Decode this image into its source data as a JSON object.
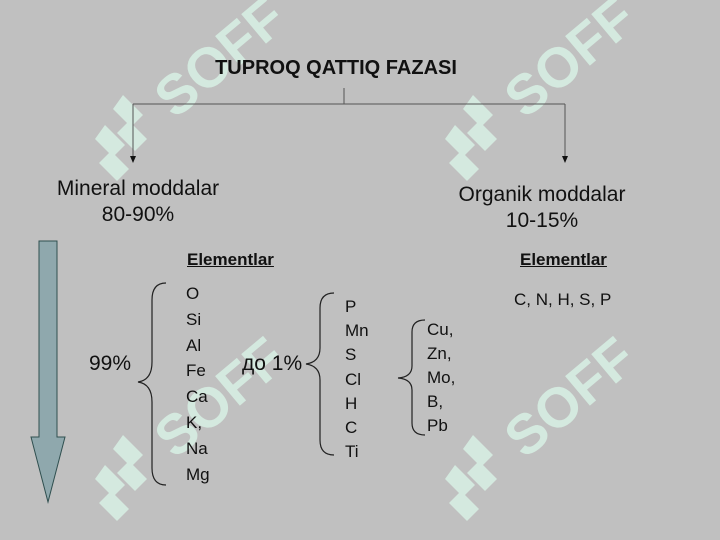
{
  "title": "TUPROQ QATTIQ FAZASI",
  "mineral": {
    "name": "Mineral moddalar",
    "range": "80-90%"
  },
  "organic": {
    "name": "Organik moddalar",
    "range": "10-15%"
  },
  "mineral_elements_header": "Elementlar",
  "organic_elements_header": "Elementlar",
  "organic_elements": "C, N, H, S, P",
  "group_major": {
    "percent": "99%",
    "items": [
      "O",
      "Si",
      "Al",
      "Fe",
      "Ca",
      "K,",
      "Na",
      "Mg"
    ]
  },
  "group_minor": {
    "percent": "до 1%",
    "items": [
      "P",
      "Mn",
      "S",
      "Cl",
      "H",
      "C",
      "Ti"
    ]
  },
  "group_trace": {
    "items": [
      "Cu,",
      "Zn,",
      "Mo,",
      "B,",
      "Pb"
    ]
  },
  "watermark": "SOFF",
  "colors": {
    "background": "#c0c0c0",
    "arrow_fill": "#8fa8ad",
    "arrow_stroke": "#2f4f4f",
    "watermark": "#d8f0e4"
  }
}
